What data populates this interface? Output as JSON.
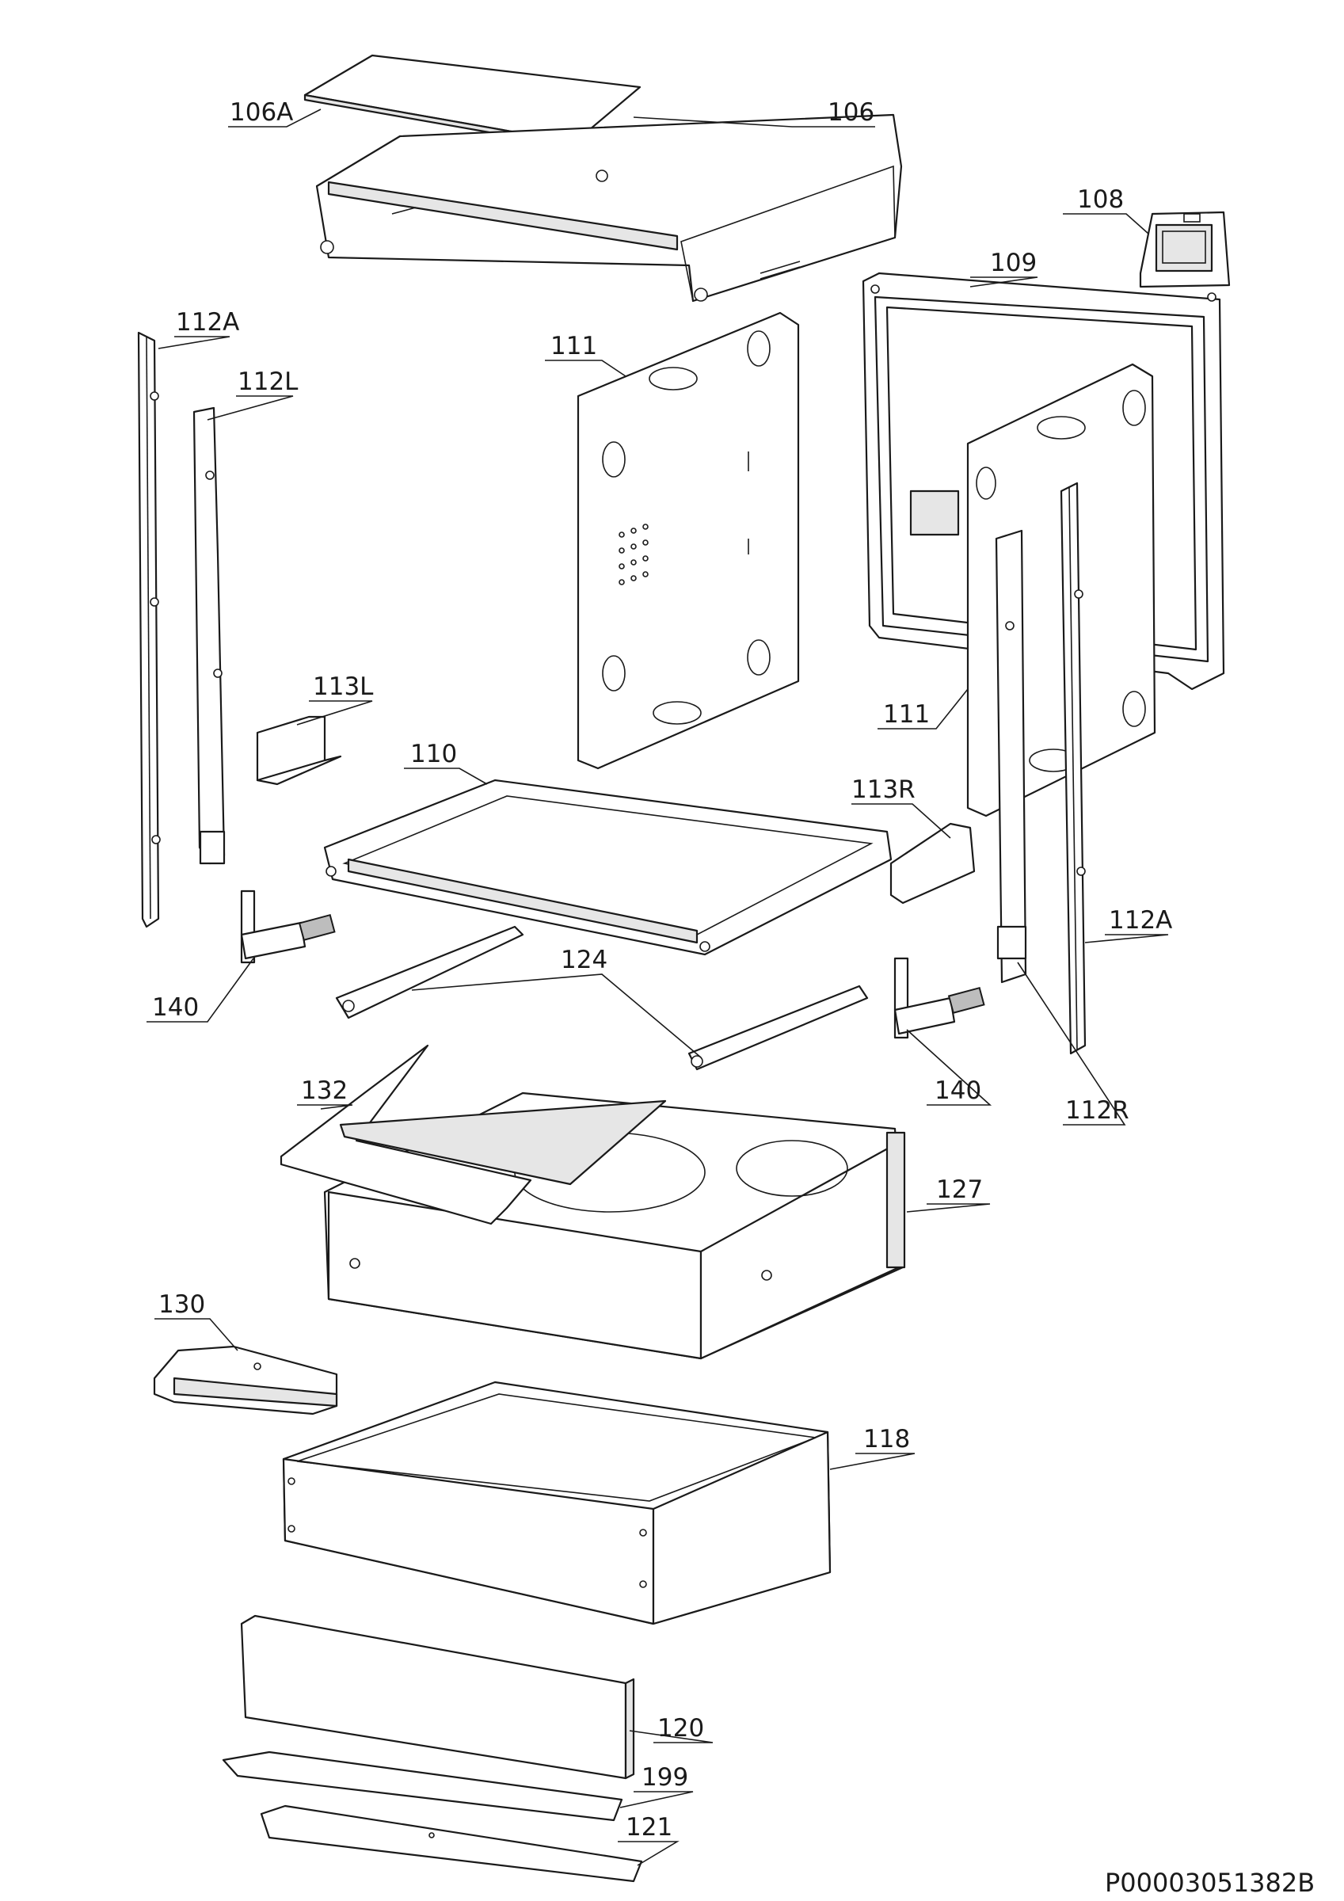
{
  "diagram": {
    "document_id": "P00003051382B",
    "callouts": [
      {
        "id": "106A",
        "label": "106A"
      },
      {
        "id": "106",
        "label": "106"
      },
      {
        "id": "108",
        "label": "108"
      },
      {
        "id": "109",
        "label": "109"
      },
      {
        "id": "112A-left",
        "label": "112A"
      },
      {
        "id": "112L",
        "label": "112L"
      },
      {
        "id": "111-back",
        "label": "111"
      },
      {
        "id": "113L",
        "label": "113L"
      },
      {
        "id": "110",
        "label": "110"
      },
      {
        "id": "111-right",
        "label": "111"
      },
      {
        "id": "113R",
        "label": "113R"
      },
      {
        "id": "112A-right",
        "label": "112A"
      },
      {
        "id": "140-left",
        "label": "140"
      },
      {
        "id": "124",
        "label": "124"
      },
      {
        "id": "140-right",
        "label": "140"
      },
      {
        "id": "112R",
        "label": "112R"
      },
      {
        "id": "132",
        "label": "132"
      },
      {
        "id": "127",
        "label": "127"
      },
      {
        "id": "130",
        "label": "130"
      },
      {
        "id": "118",
        "label": "118"
      },
      {
        "id": "120",
        "label": "120"
      },
      {
        "id": "199",
        "label": "199"
      },
      {
        "id": "121",
        "label": "121"
      }
    ]
  }
}
